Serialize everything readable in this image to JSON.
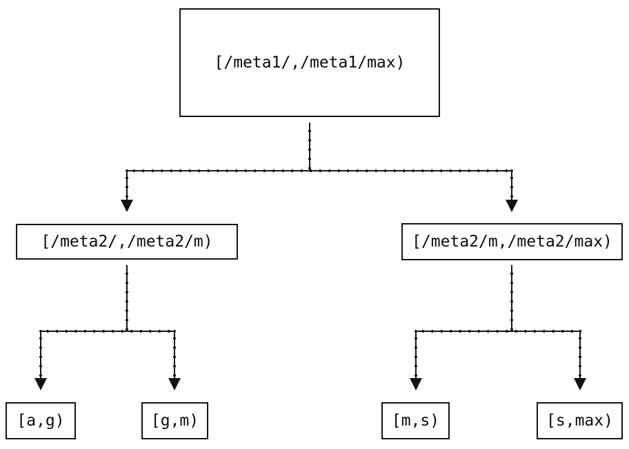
{
  "colors": {
    "background": "#ffffff",
    "line": "#141414",
    "text": "#0a0a0a"
  },
  "nodes": {
    "root": {
      "label": "[/meta1/,/meta1/max)"
    },
    "meta2_left": {
      "label": "[/meta2/,/meta2/m)"
    },
    "meta2_right": {
      "label": "[/meta2/m,/meta2/max)"
    },
    "leaf_ag": {
      "label": "[a,g)"
    },
    "leaf_gm": {
      "label": "[g,m)"
    },
    "leaf_ms": {
      "label": "[m,s)"
    },
    "leaf_smax": {
      "label": "[s,max)"
    }
  },
  "edges": [
    {
      "from": "root",
      "to": [
        "meta2_left",
        "meta2_right"
      ]
    },
    {
      "from": "meta2_left",
      "to": [
        "leaf_ag",
        "leaf_gm"
      ]
    },
    {
      "from": "meta2_right",
      "to": [
        "leaf_ms",
        "leaf_smax"
      ]
    }
  ]
}
